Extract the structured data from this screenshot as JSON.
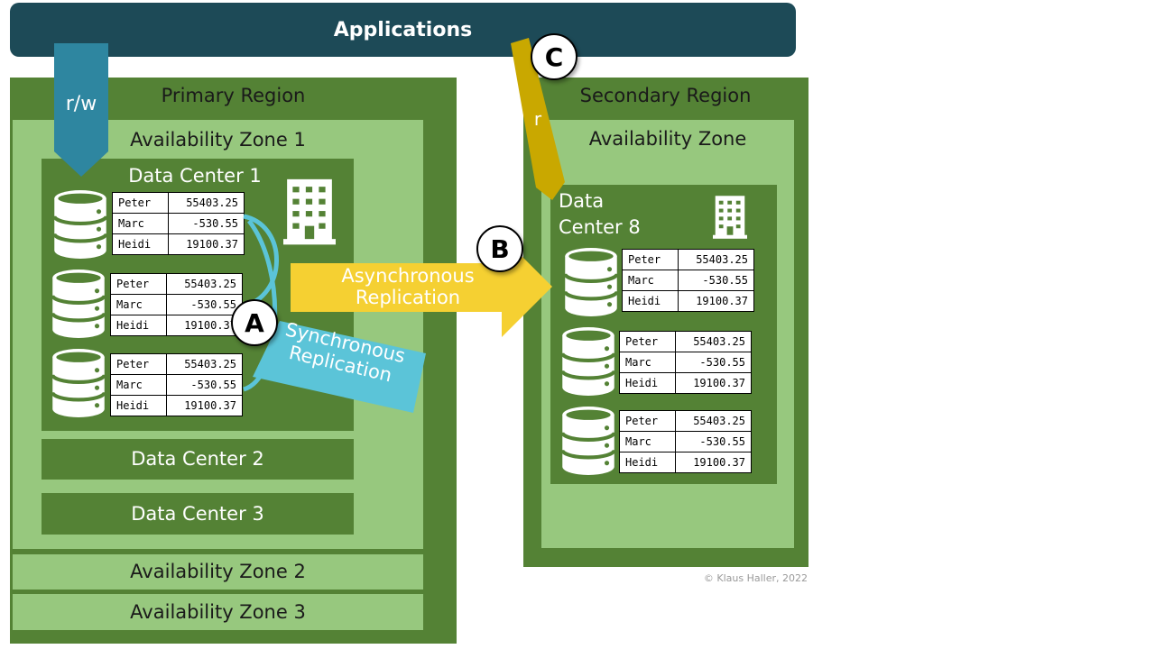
{
  "banner": {
    "title": "Applications"
  },
  "access": {
    "rw_label": "r/w",
    "r_label": "r"
  },
  "primary": {
    "title": "Primary Region",
    "zone1": {
      "title": "Availability Zone 1",
      "dc1": {
        "title": "Data Center 1"
      },
      "dc2": {
        "title": "Data Center 2"
      },
      "dc3": {
        "title": "Data Center 3"
      }
    },
    "zone2": {
      "title": "Availability Zone 2"
    },
    "zone3": {
      "title": "Availability Zone 3"
    }
  },
  "secondary": {
    "title": "Secondary Region",
    "zone": {
      "title": "Availability Zone"
    },
    "dc": {
      "title_line1": "Data",
      "title_line2": "Center 8"
    }
  },
  "records": [
    {
      "name": "Peter",
      "value": "55403.25"
    },
    {
      "name": "Marc",
      "value": "-530.55"
    },
    {
      "name": "Heidi",
      "value": "19100.37"
    }
  ],
  "replication": {
    "sync_line1": "Synchronous",
    "sync_line2": "Replication",
    "async_line1": "Asynchronous",
    "async_line2": "Replication"
  },
  "markers": {
    "a": "A",
    "b": "B",
    "c": "C"
  },
  "colors": {
    "banner": "#1d4a57",
    "region": "#548235",
    "zone": "#97c87e",
    "rw_arrow": "#2e86a0",
    "r_arrow": "#c9a800",
    "async_arrow": "#f5d032",
    "sync_band": "#5bc4d8"
  },
  "copyright": "© Klaus Haller, 2022"
}
